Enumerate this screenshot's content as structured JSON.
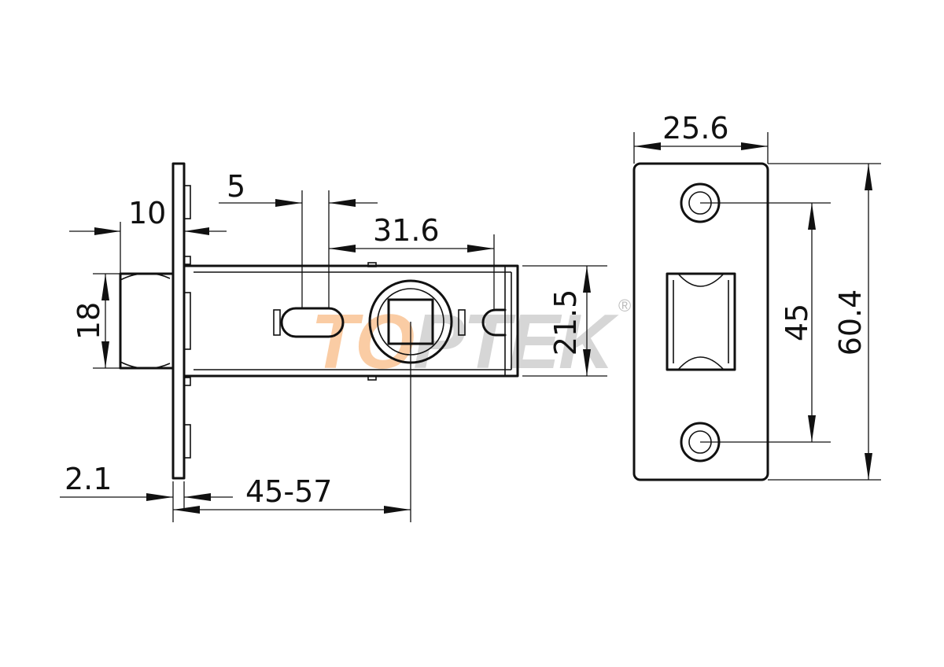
{
  "watermark": {
    "brand": "TOPTEK",
    "registered_mark": "®",
    "brand_color": "#c8c8c8",
    "accent_color": "#f5a35a"
  },
  "dimensions": {
    "backset_slot_width": "5",
    "faceplate_offset": "10",
    "bolt_projection": "31.6",
    "latch_height": "18",
    "body_height": "21.5",
    "faceplate_thickness": "2.1",
    "backset_range": "45-57",
    "strike_width": "25.6",
    "strike_hole_spacing": "45",
    "strike_height": "60.4"
  },
  "colors": {
    "line": "#111111",
    "background": "#ffffff"
  }
}
